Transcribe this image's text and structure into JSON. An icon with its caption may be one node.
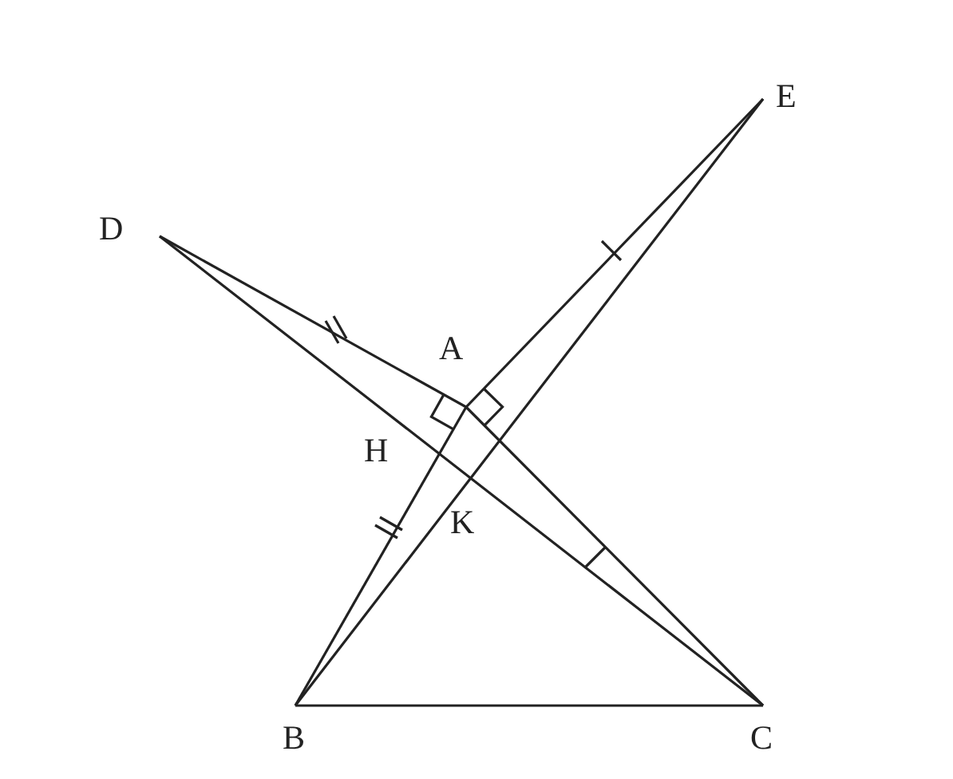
{
  "diagram": {
    "labels": [
      "E",
      "D",
      "A",
      "H",
      "K",
      "B",
      "C"
    ]
  }
}
